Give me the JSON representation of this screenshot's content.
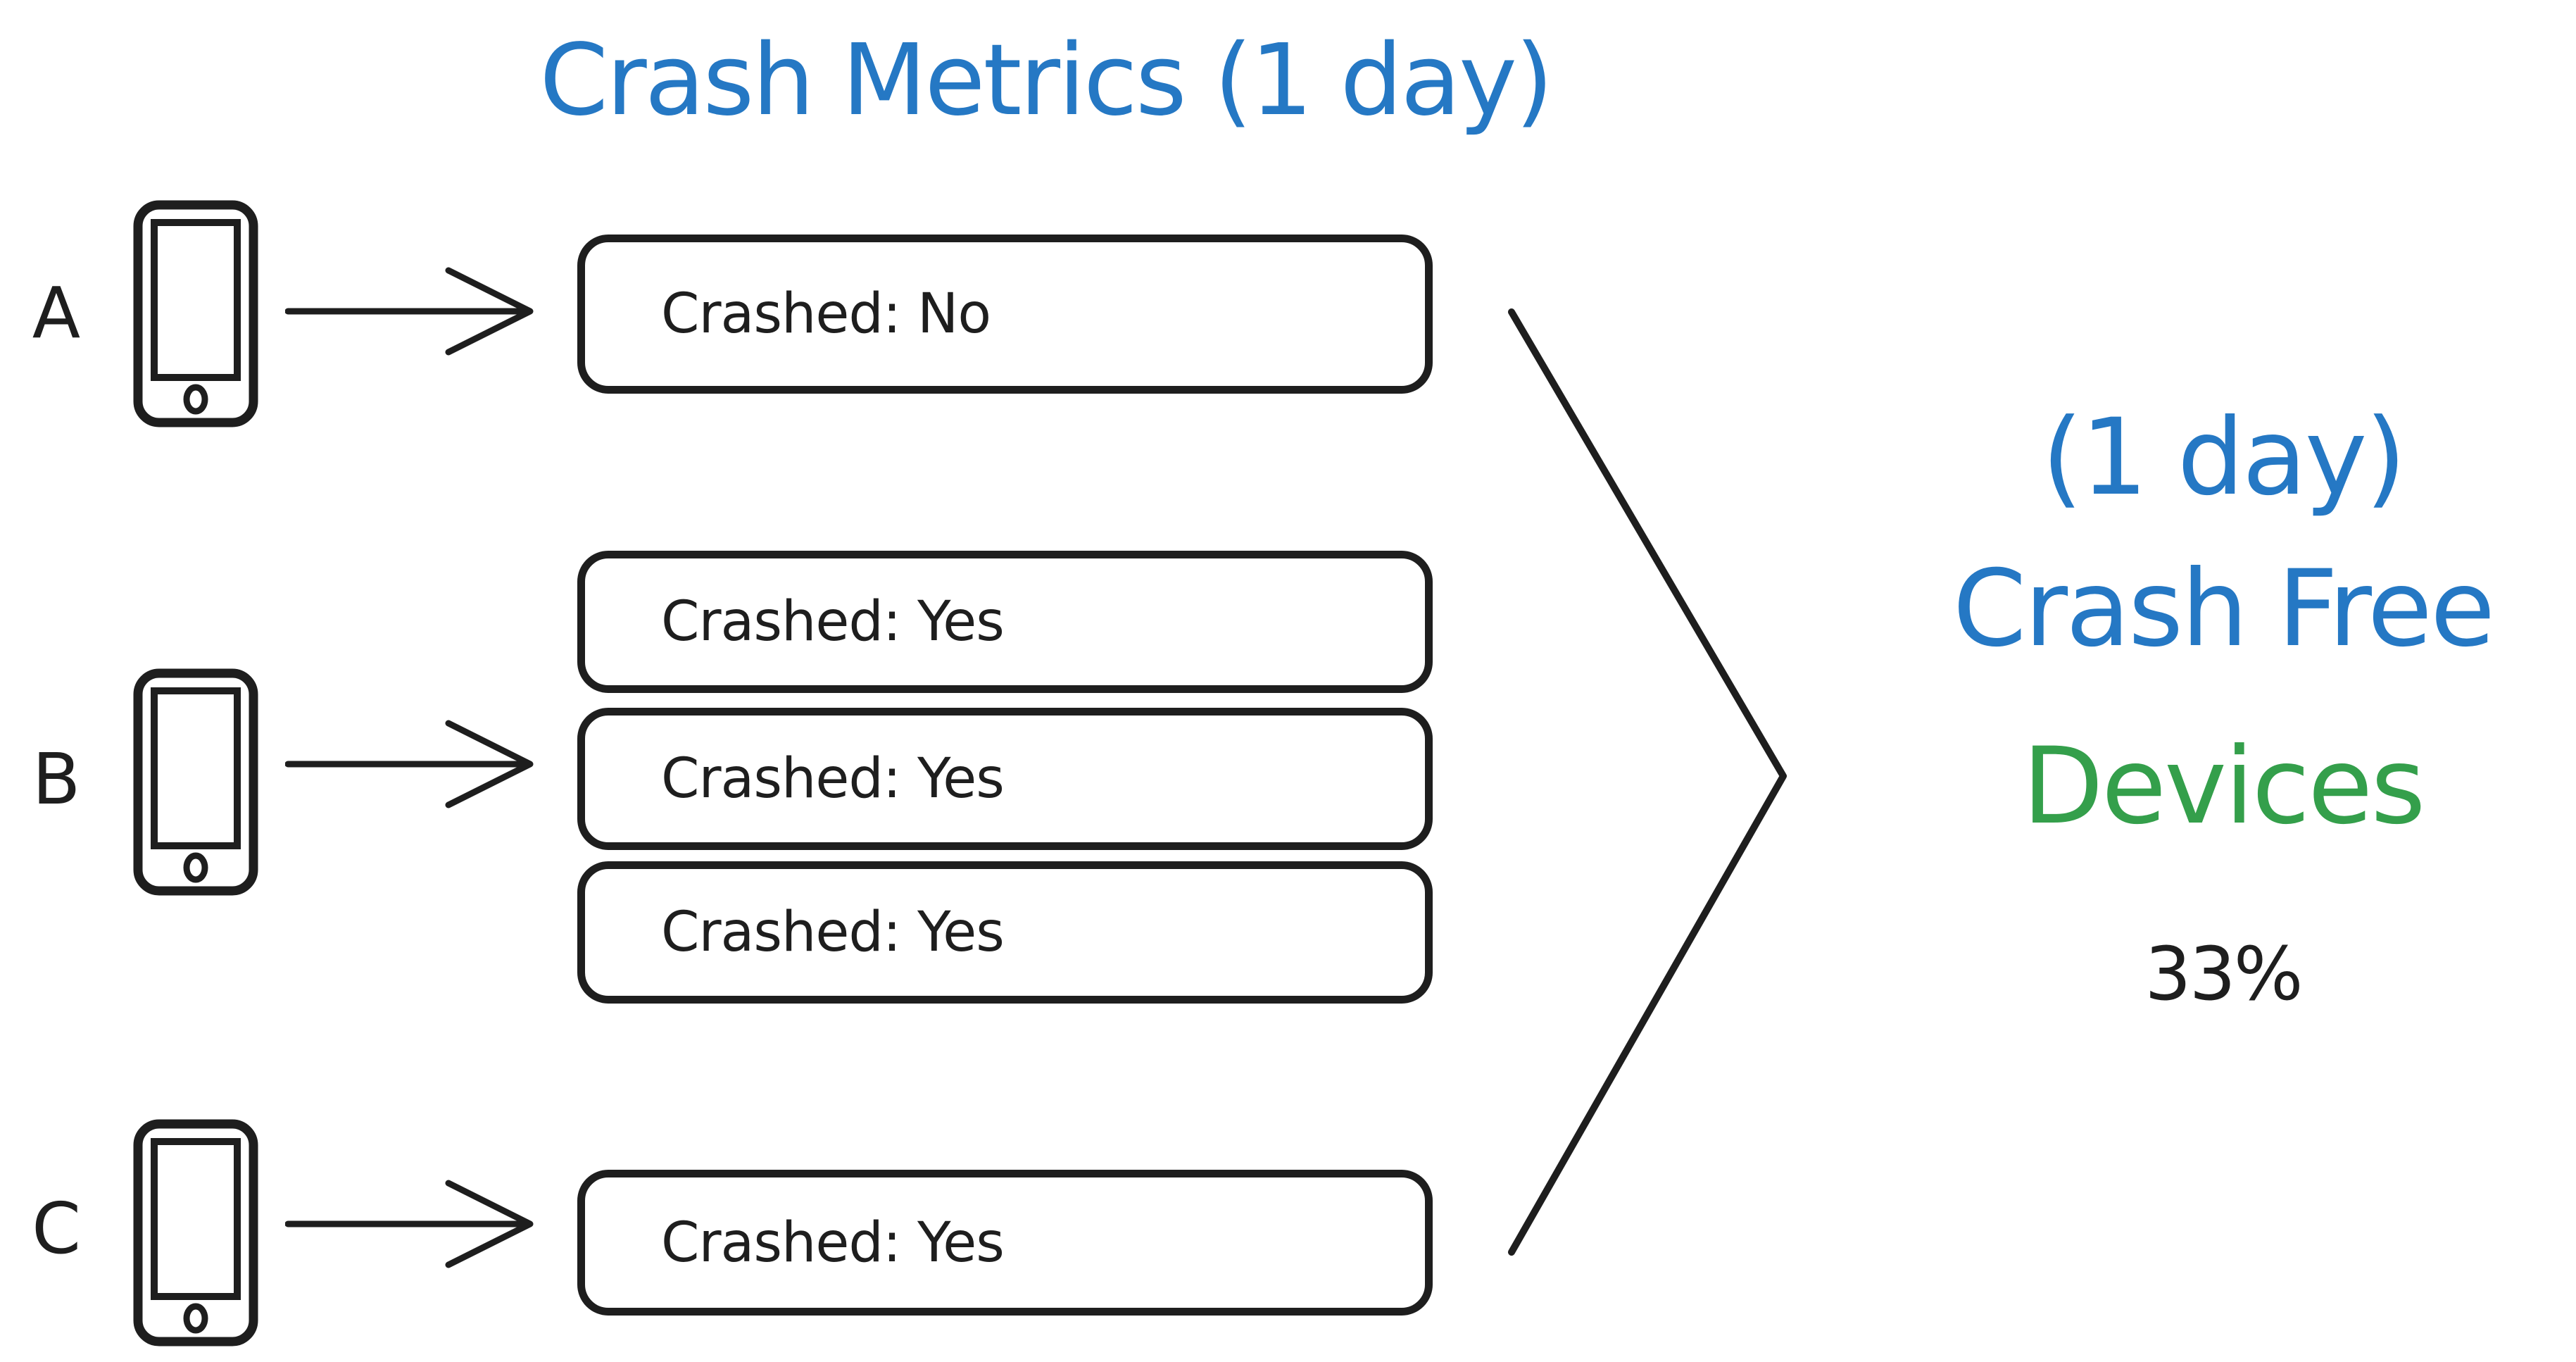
{
  "title": "Crash Metrics (1 day)",
  "colors": {
    "blue": "#2578c4",
    "green": "#349f4b",
    "ink": "#1e1e1e",
    "background": "#ffffff"
  },
  "devices": [
    {
      "label": "A",
      "sessions": [
        {
          "text": "Crashed: No"
        }
      ]
    },
    {
      "label": "B",
      "sessions": [
        {
          "text": "Crashed: Yes"
        },
        {
          "text": "Crashed: Yes"
        },
        {
          "text": "Crashed: Yes"
        }
      ]
    },
    {
      "label": "C",
      "sessions": [
        {
          "text": "Crashed: Yes"
        }
      ]
    }
  ],
  "icons": {
    "phone": "phone-icon",
    "arrow": "arrow-right-icon",
    "merge": "merge-chevron-icon"
  },
  "result": {
    "period": "(1 day)",
    "metric": "Crash Free",
    "unit": "Devices",
    "value": "33%"
  }
}
